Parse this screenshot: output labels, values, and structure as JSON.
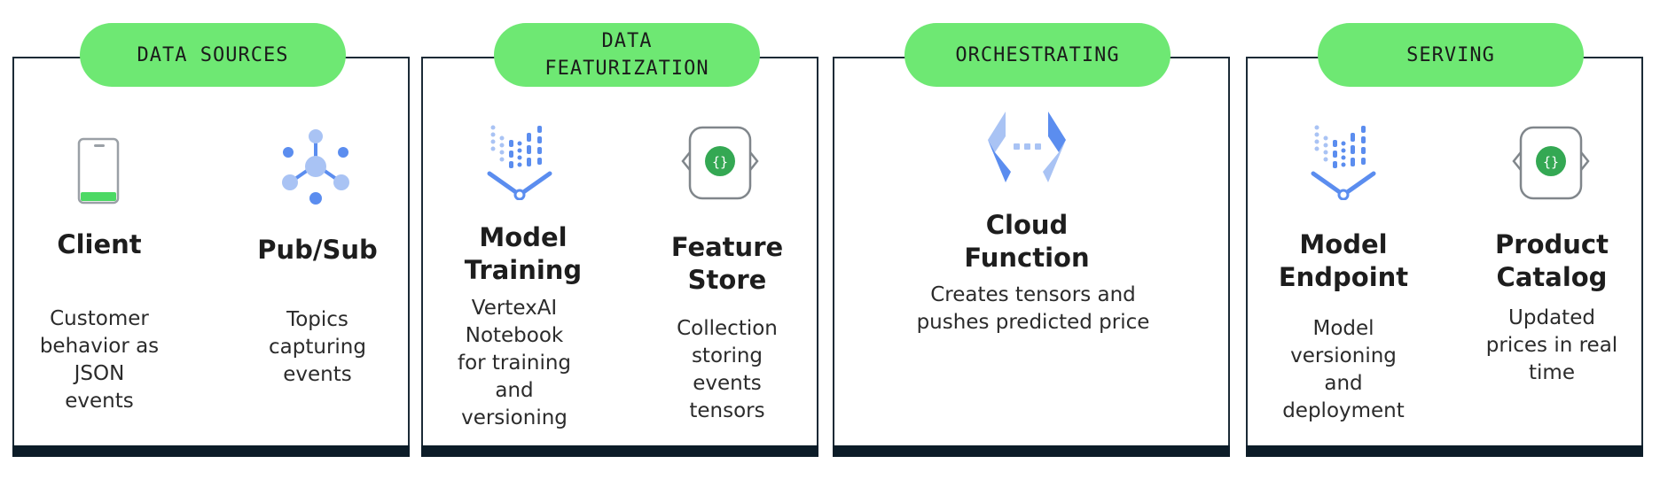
{
  "colors": {
    "pill": "#6ee873",
    "panel_border": "#1b2a36",
    "panel_bar": "#0c1c28",
    "icon_blue": "#5b8def",
    "icon_light": "#a9c3f4",
    "icon_green": "#34a853"
  },
  "stages": [
    {
      "label": "DATA SOURCES",
      "items": [
        {
          "title": "Client",
          "description": "Customer\nbehavior as\nJSON\nevents",
          "icon": "mobile-client-icon"
        },
        {
          "title": "Pub/Sub",
          "description": "Topics\ncapturing\nevents",
          "icon": "pubsub-icon"
        }
      ]
    },
    {
      "label": "DATA\nFEATURIZATION",
      "items": [
        {
          "title": "Model\nTraining",
          "description": "VertexAI\nNotebook\nfor training\nand\nversioning",
          "icon": "vertex-ai-icon"
        },
        {
          "title": "Feature\nStore",
          "description": "Collection\nstoring\nevents\ntensors",
          "icon": "feature-store-icon"
        }
      ]
    },
    {
      "label": "ORCHESTRATING",
      "items": [
        {
          "title": "Cloud\nFunction",
          "description": "Creates tensors and\npushes predicted price",
          "icon": "cloud-function-icon"
        }
      ]
    },
    {
      "label": "SERVING",
      "items": [
        {
          "title": "Model\nEndpoint",
          "description": "Model\nversioning\nand\ndeployment",
          "icon": "vertex-ai-icon"
        },
        {
          "title": "Product\nCatalog",
          "description": "Updated\nprices in real\ntime",
          "icon": "feature-store-icon"
        }
      ]
    }
  ]
}
